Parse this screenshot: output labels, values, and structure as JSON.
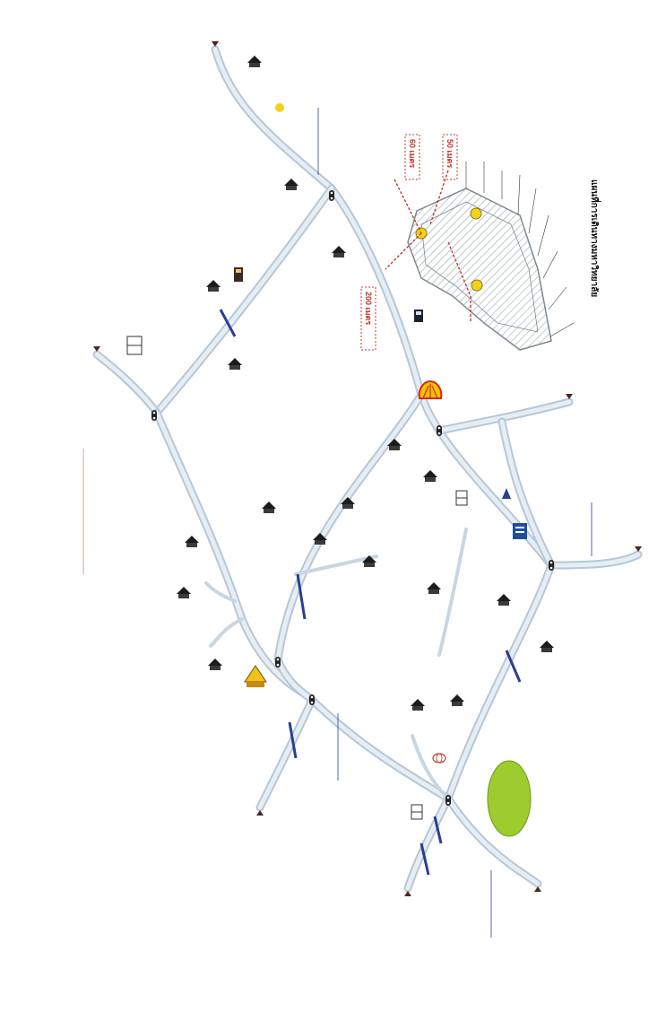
{
  "map": {
    "title": "แผนที่การเดินทางมหาวิทยาลัย",
    "distance_labels": [
      "200 เมตร",
      "50 เมตร",
      "60 เมตร"
    ],
    "colors": {
      "road": "#e6eef5",
      "road_casing": "#b7c7d6",
      "campus_hatch": "#9aa6b3",
      "accent_red": "#c0392b",
      "shell_yellow": "#f4c400",
      "shell_red": "#d9261c",
      "green_zone": "#9ccc2e",
      "bank_blue": "#1f4f9c",
      "marker_yellow": "#f2d21b"
    },
    "icons": [
      "house-icon",
      "traffic-light-icon",
      "shell-logo-icon",
      "bank-logo-icon",
      "temple-icon",
      "school-flag-icon",
      "map-pin-icon",
      "gas-station-icon"
    ]
  }
}
